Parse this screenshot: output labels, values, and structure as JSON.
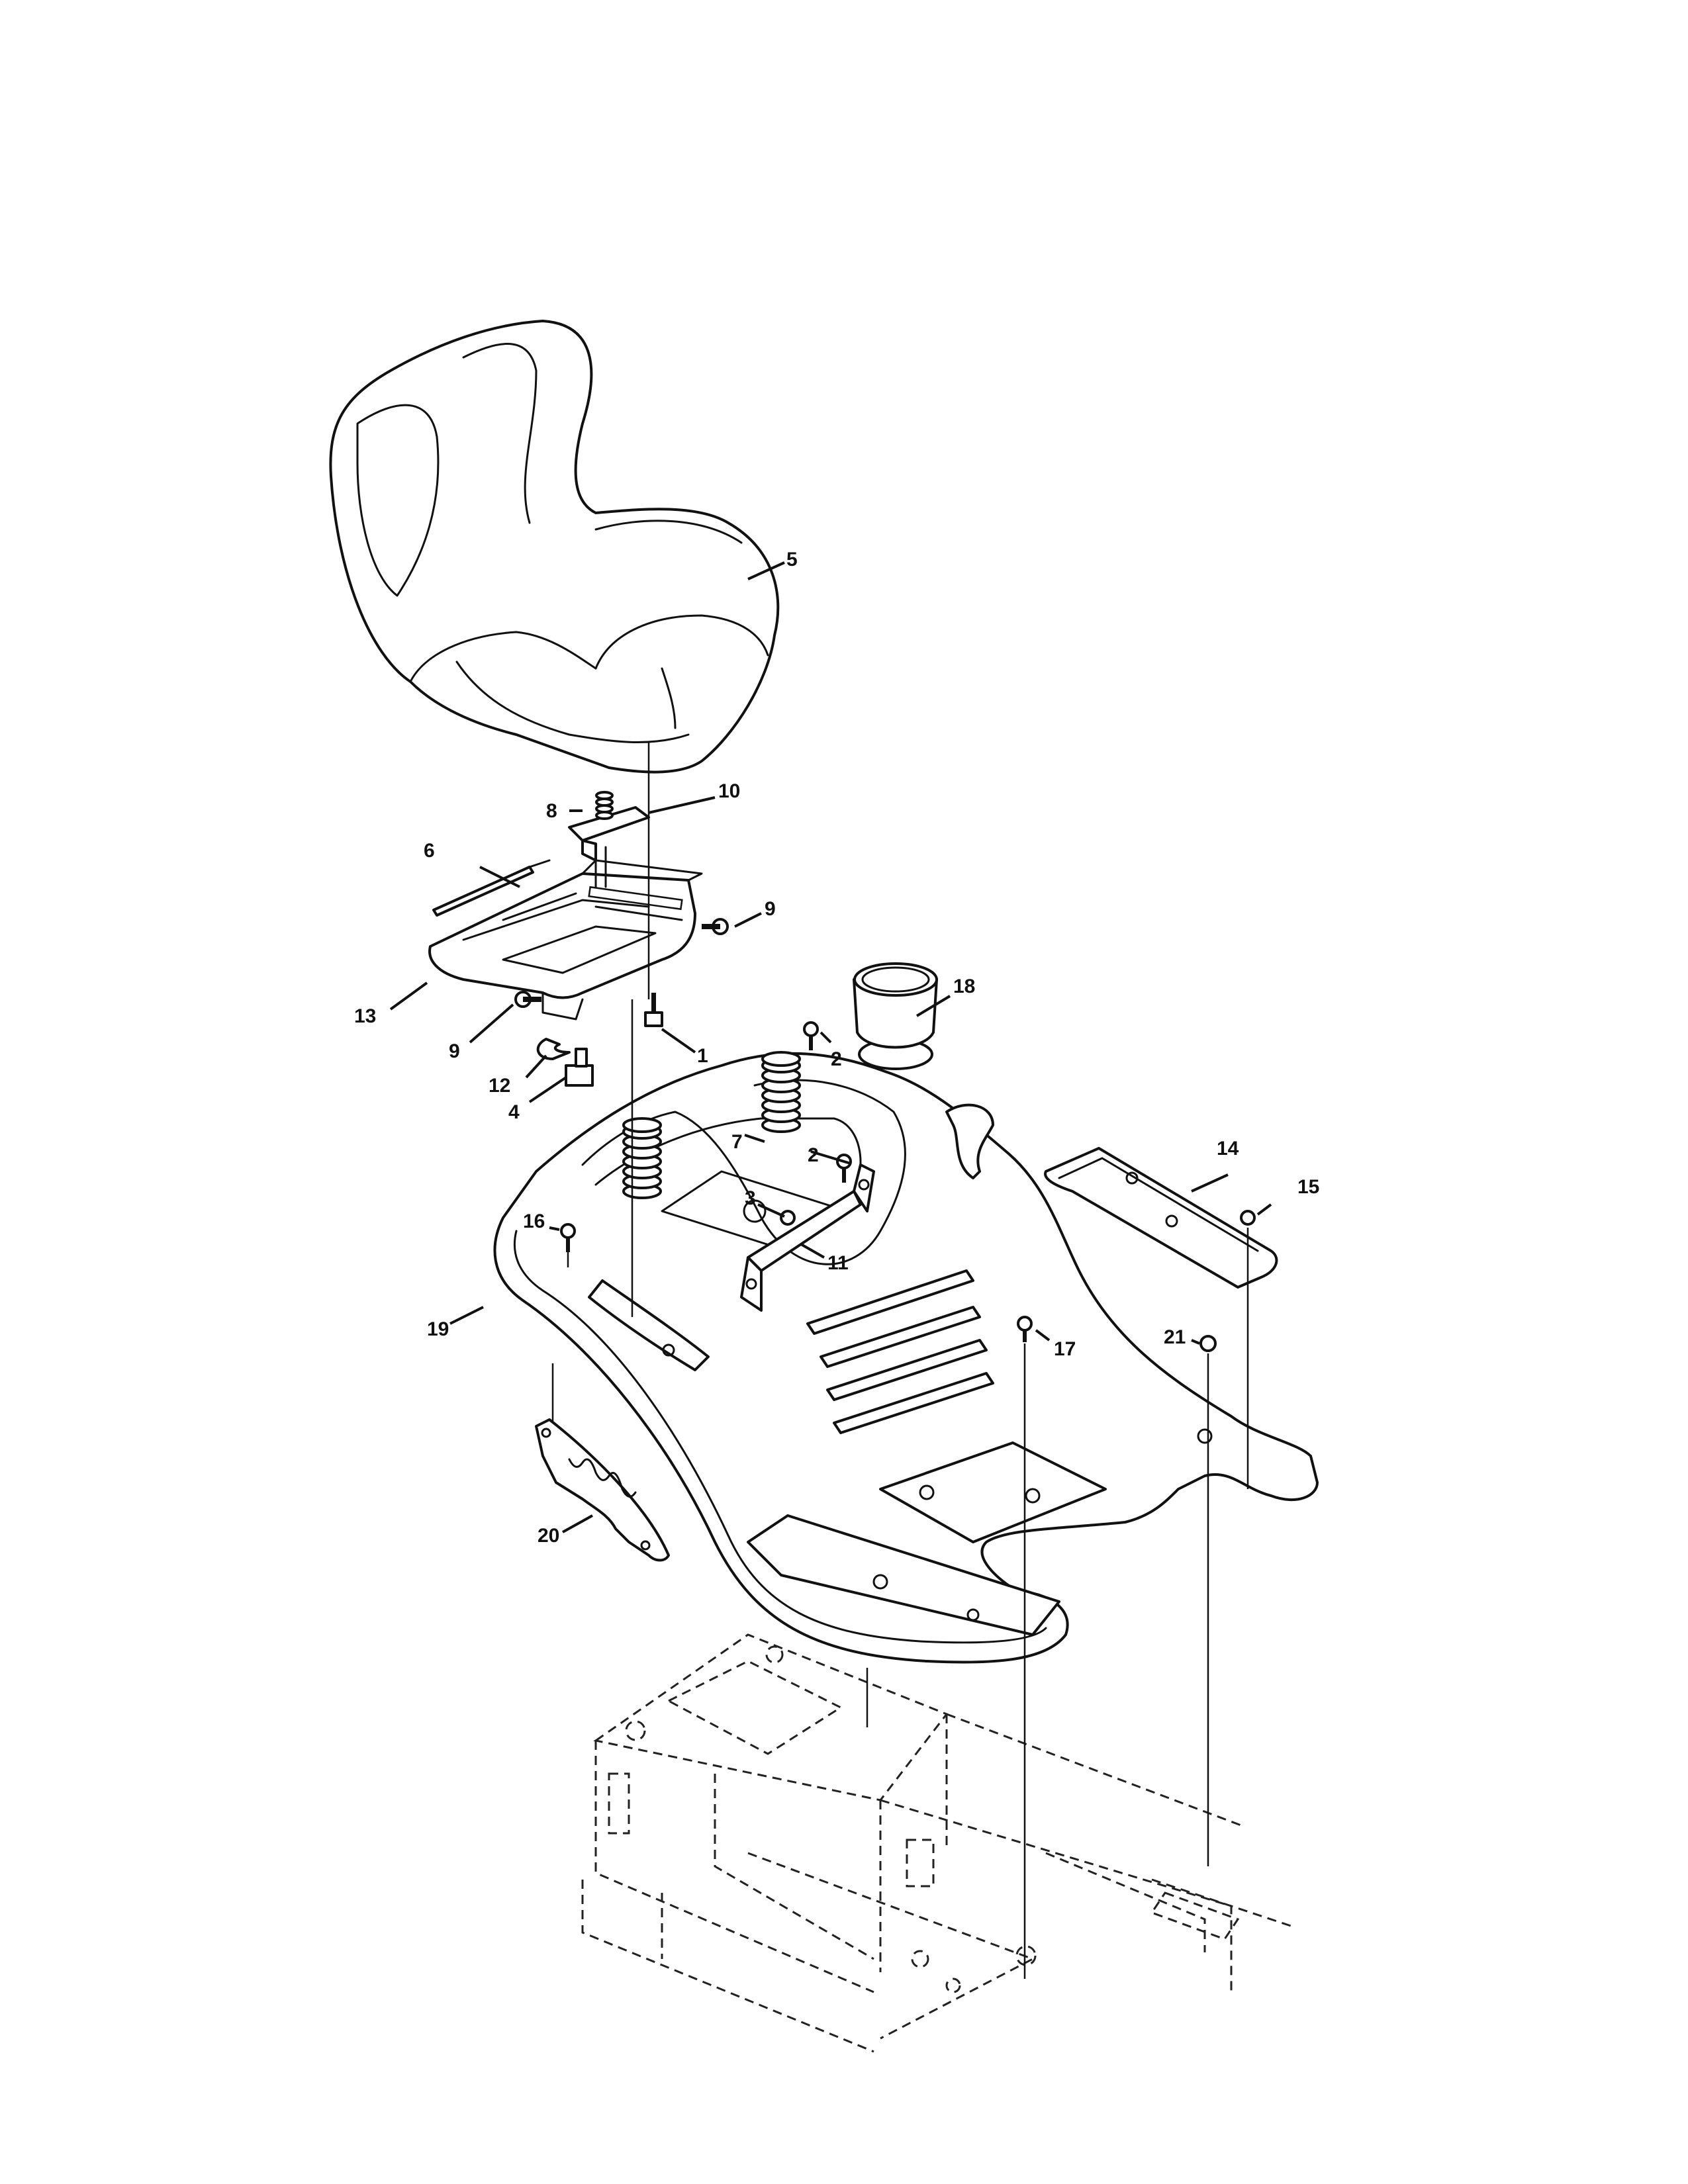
{
  "diagram": {
    "callouts": [
      {
        "id": "c1",
        "label": "1"
      },
      {
        "id": "c2a",
        "label": "2"
      },
      {
        "id": "c2b",
        "label": "2"
      },
      {
        "id": "c3",
        "label": "3"
      },
      {
        "id": "c4",
        "label": "4"
      },
      {
        "id": "c5",
        "label": "5"
      },
      {
        "id": "c6",
        "label": "6"
      },
      {
        "id": "c7",
        "label": "7"
      },
      {
        "id": "c8",
        "label": "8"
      },
      {
        "id": "c9a",
        "label": "9"
      },
      {
        "id": "c9b",
        "label": "9"
      },
      {
        "id": "c10",
        "label": "10"
      },
      {
        "id": "c11",
        "label": "11"
      },
      {
        "id": "c12",
        "label": "12"
      },
      {
        "id": "c13",
        "label": "13"
      },
      {
        "id": "c14",
        "label": "14"
      },
      {
        "id": "c15",
        "label": "15"
      },
      {
        "id": "c16",
        "label": "16"
      },
      {
        "id": "c17",
        "label": "17"
      },
      {
        "id": "c18",
        "label": "18"
      },
      {
        "id": "c19",
        "label": "19"
      },
      {
        "id": "c20",
        "label": "20"
      },
      {
        "id": "c21",
        "label": "21"
      }
    ]
  }
}
